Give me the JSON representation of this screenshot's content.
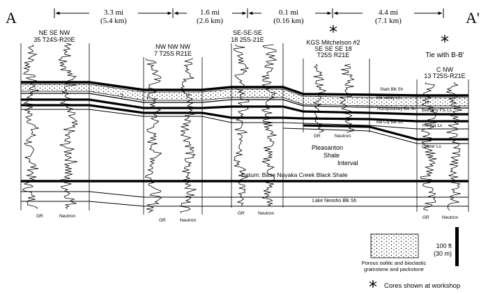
{
  "endpoints": {
    "left": "A",
    "right": "A'"
  },
  "distances": [
    {
      "mi": "3.3 mi",
      "km": "(5.4 km)"
    },
    {
      "mi": "1.6 mi",
      "km": "(2.6 km)"
    },
    {
      "mi": "0.1 mi",
      "km": "(0.16 km)"
    },
    {
      "mi": "4.4 mi",
      "km": "(7.1 km)"
    }
  ],
  "wells": [
    {
      "line1": "NE SE NW",
      "line2": "35 T24S-R20E",
      "line3": "",
      "gr": "GR",
      "neutron": "Neutron",
      "cored": false
    },
    {
      "line1": "NW NW NW",
      "line2": "7 T25S R21E",
      "line3": "",
      "gr": "GR",
      "neutron": "Neutron",
      "cored": false
    },
    {
      "line1": "SE-SE-SE",
      "line2": "18 25S-21E",
      "line3": "",
      "gr": "GR",
      "neutron": "Neutron",
      "cored": false
    },
    {
      "line1": "KGS Mitchelson #2",
      "line2": "SE SE SE 18",
      "line3": "T25S R21E",
      "gr": "GR",
      "neutron": "Neutron",
      "cored": true
    },
    {
      "line1": "Tie with B-B'",
      "line2": "C NW",
      "line3": "13 T25S-R21E",
      "gr": "GR",
      "neutron": "Neutron",
      "cored": true
    }
  ],
  "question_mark": "?",
  "unit_labels": {
    "stark": "Stark Blk Sh",
    "mound_valley": "Md Valley Ls",
    "hushpuckney": "Hushpuckney Blk Sh",
    "mound_city": "Md Cty Blk Sh",
    "bethany": "Bethany Fls Ls",
    "hertha": "Hertha Ls",
    "critzer": "Critzer Ls"
  },
  "interval": {
    "line1": "Pleasanton",
    "line2": "Shale",
    "line3": "Interval"
  },
  "datum": "Datum: Base Nuyaka Creek Black Shale",
  "lake_neosho": "Lake Neosho Blk Sh",
  "legend": {
    "line1": "Porous oolitic and bioclastic",
    "line2": "grainstone and packstone"
  },
  "scale_bar": {
    "ft": "100 ft",
    "m": "(30 m)"
  },
  "cores_note": "Cores shown at workshop",
  "cores_symbol": "*"
}
